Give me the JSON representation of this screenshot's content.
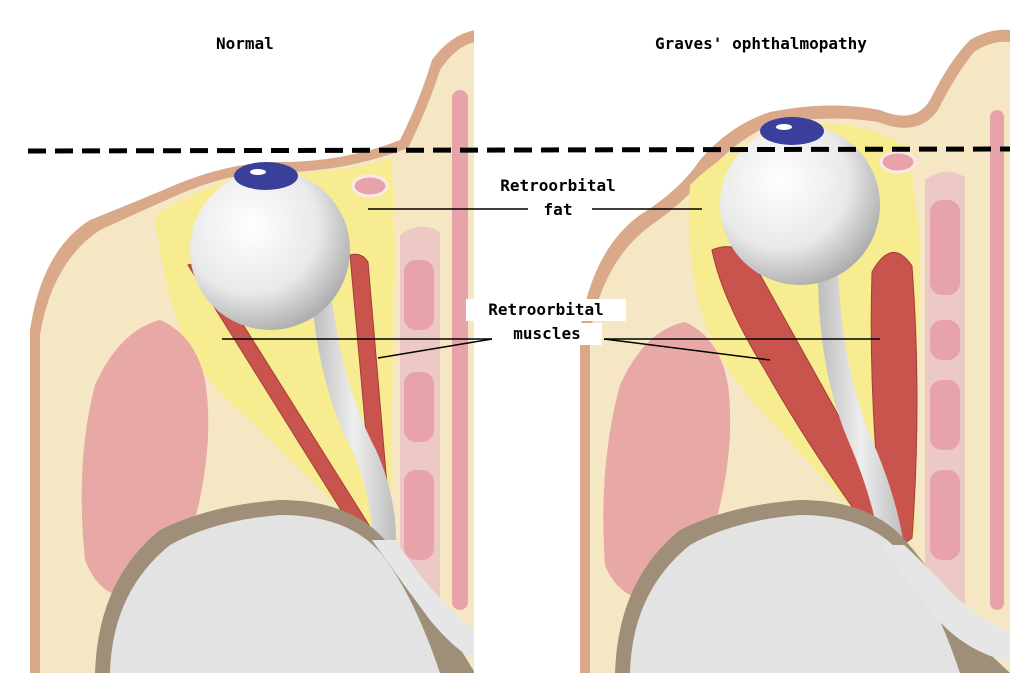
{
  "panels": {
    "left_title": "Normal",
    "right_title": "Graves' ophthalmopathy"
  },
  "labels": {
    "fat_line1": "Retroorbital",
    "fat_line2": "fat",
    "muscles_line1": "Retroorbital",
    "muscles_line2": "muscles"
  },
  "colors": {
    "skin": "#d9a98a",
    "bone": "#f6e7c4",
    "fat": "#f7ec8f",
    "muscle": "#c9544e",
    "sinus": "#e8a2aa",
    "brain": "#e3e3e3",
    "iris": "#3a3f9c"
  }
}
